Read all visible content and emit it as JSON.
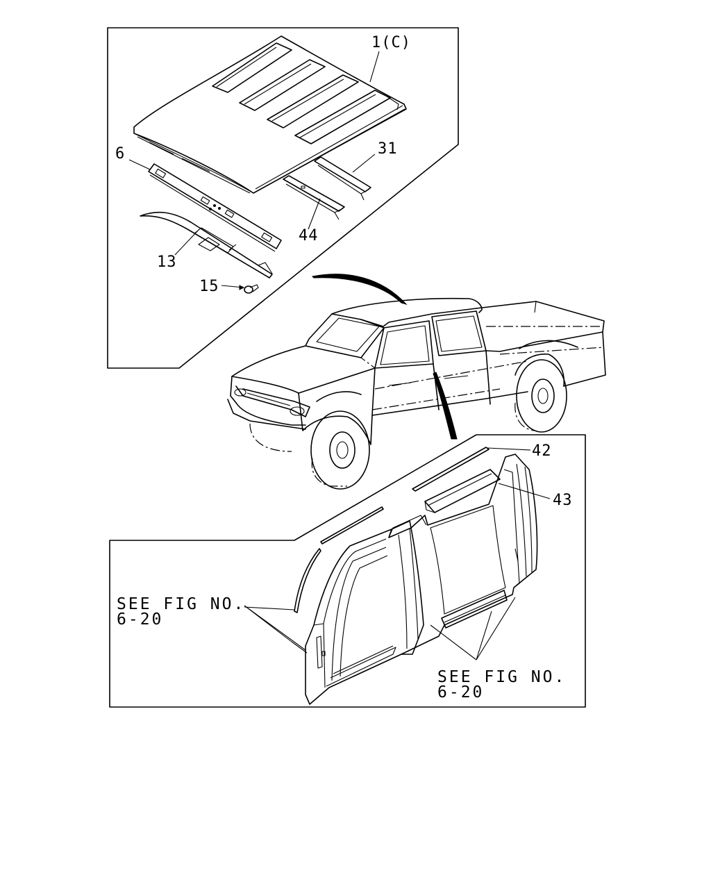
{
  "callouts": {
    "roof_panel": "1(C)",
    "front_header": "6",
    "roof_bow_rear": "31",
    "roof_bow_center": "44",
    "rail_inner": "13",
    "clip": "15",
    "drip_molding": "42",
    "door_frame_molding": "43"
  },
  "references": {
    "left_see": "SEE FIG NO.",
    "left_fig": "6-20",
    "right_see": "SEE FIG NO.",
    "right_fig": "6-20"
  }
}
